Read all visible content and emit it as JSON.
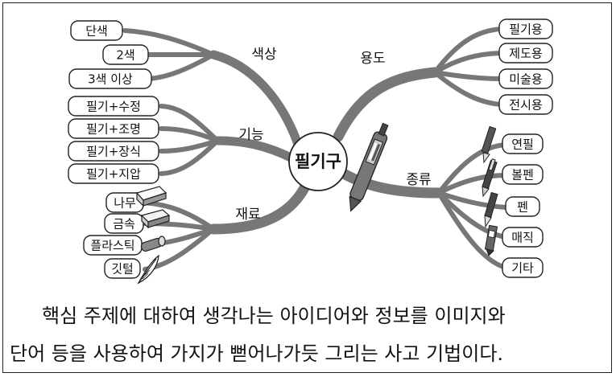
{
  "center": "필기구",
  "categories": {
    "color": "색상",
    "function": "기능",
    "material": "재료",
    "use": "용도",
    "kind": "종류"
  },
  "leaves": {
    "color": [
      "단색",
      "2색",
      "3색 이상"
    ],
    "function": [
      "필기+수정",
      "필기+조명",
      "필기+장식",
      "필기+지압"
    ],
    "material": [
      "나무",
      "금속",
      "플라스틱",
      "깃털"
    ],
    "use": [
      "필기용",
      "제도용",
      "미술용",
      "전시용"
    ],
    "kind": [
      "연필",
      "볼펜",
      "펜",
      "매직",
      "기타"
    ]
  },
  "caption": {
    "line1": "핵심 주제에 대하여 생각나는 아이디어와 정보를 이미지와",
    "line2": "단어 등을 사용하여 가지가 뻗어나가듯 그리는 사고 기법이다."
  },
  "colors": {
    "branch": "#777777",
    "border": "#222222"
  }
}
